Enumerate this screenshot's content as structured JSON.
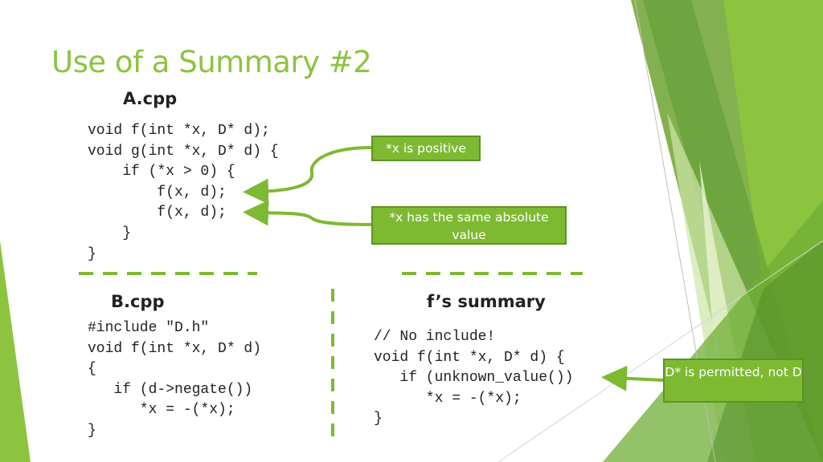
{
  "slide": {
    "title": "Use of a Summary #2",
    "a": {
      "heading": "A.cpp",
      "code": [
        "void f(int *x, D* d);",
        "void g(int *x, D* d) {",
        "    if (*x > 0) {",
        "        f(x, d);",
        "        f(x, d);",
        "    }",
        "}"
      ]
    },
    "b": {
      "heading": "B.cpp",
      "code": [
        "#include \"D.h\"",
        "void f(int *x, D* d)",
        "{",
        "   if (d->negate())",
        "      *x = -(*x);",
        "}"
      ]
    },
    "summary": {
      "heading": "f’s summary",
      "code": [
        "// No include!",
        "void f(int *x, D* d) {",
        "   if (unknown_value())",
        "      *x = -(*x);",
        "}"
      ]
    },
    "callouts": {
      "positive": "*x is positive",
      "same_abs": "*x has the same absolute value",
      "permitted": "D* is permitted, not D"
    }
  },
  "colors": {
    "title": "#8cc43f",
    "accent": "#7dba32",
    "accent_dark": "#5b9422"
  }
}
